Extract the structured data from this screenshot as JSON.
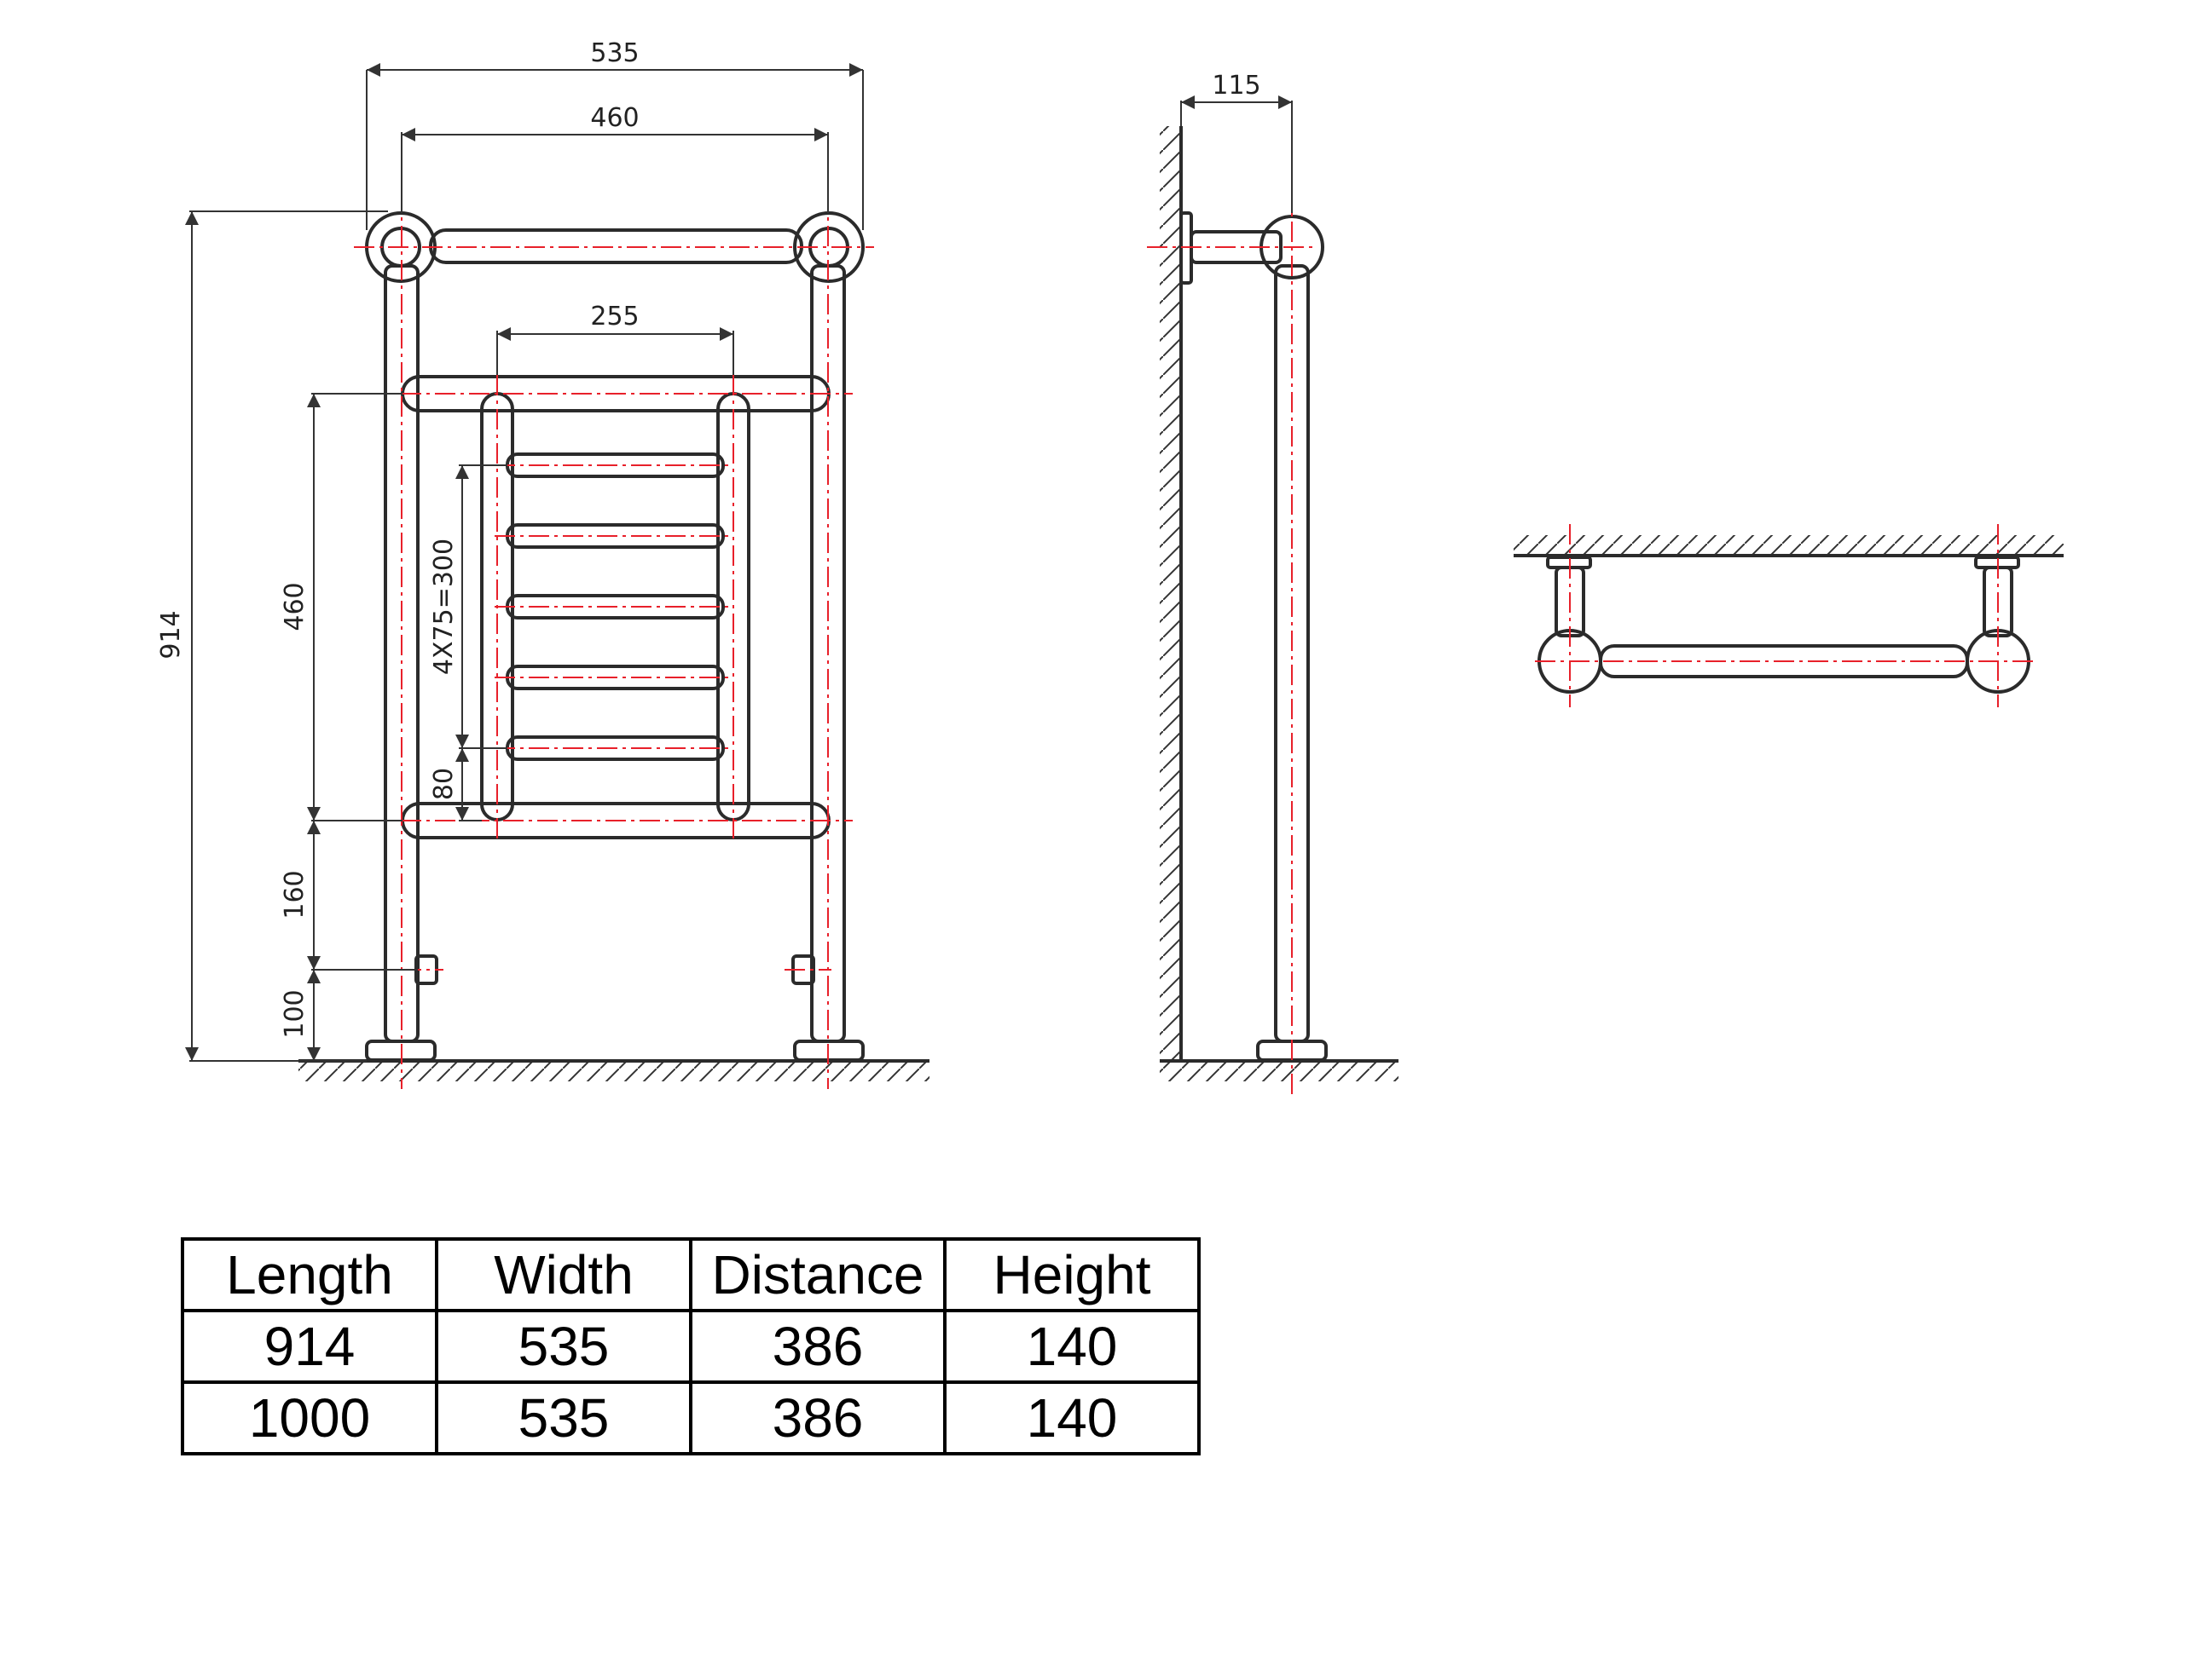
{
  "dimensions": {
    "overall_width": "535",
    "pipe_centres": "460",
    "inner_ladder_width": "255",
    "overall_height": "914",
    "ladder_height": "460",
    "rail_pitch": "4X75=300",
    "bottom_rail_offset": "80",
    "valve_to_rail": "160",
    "valve_height": "100",
    "wall_projection": "115"
  },
  "colors": {
    "line": "#2b2b2b",
    "centerline": "#e8202a",
    "text": "#222222"
  },
  "table": {
    "headers": [
      "Length",
      "Width",
      "Distance",
      "Height"
    ],
    "rows": [
      [
        "914",
        "535",
        "386",
        "140"
      ],
      [
        "1000",
        "535",
        "386",
        "140"
      ]
    ]
  }
}
